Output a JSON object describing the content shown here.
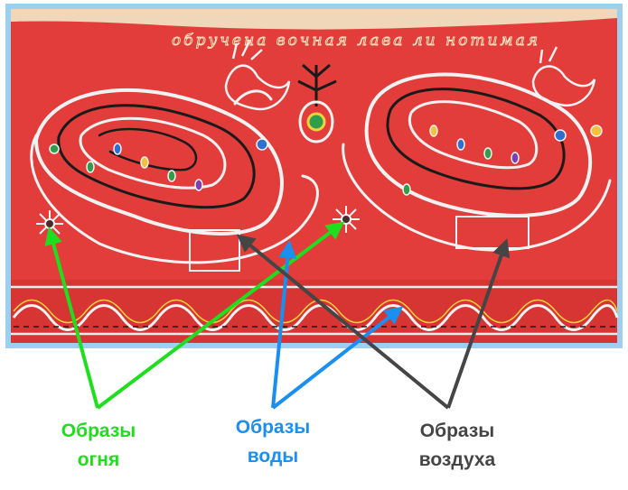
{
  "captions": {
    "fire": {
      "line1": "Образы",
      "line2": "огня",
      "color": "#1ede1e"
    },
    "water": {
      "line1": "Образы",
      "line2": "воды",
      "color": "#1b8ff0"
    },
    "air": {
      "line1": "Образы",
      "line2": "воздуха",
      "color": "#454545"
    }
  },
  "embroidery": {
    "inscription": "обручена вочная лава ли нотимая",
    "fabric_color": "#e23d3b",
    "border_color": "#9dd0ef"
  }
}
